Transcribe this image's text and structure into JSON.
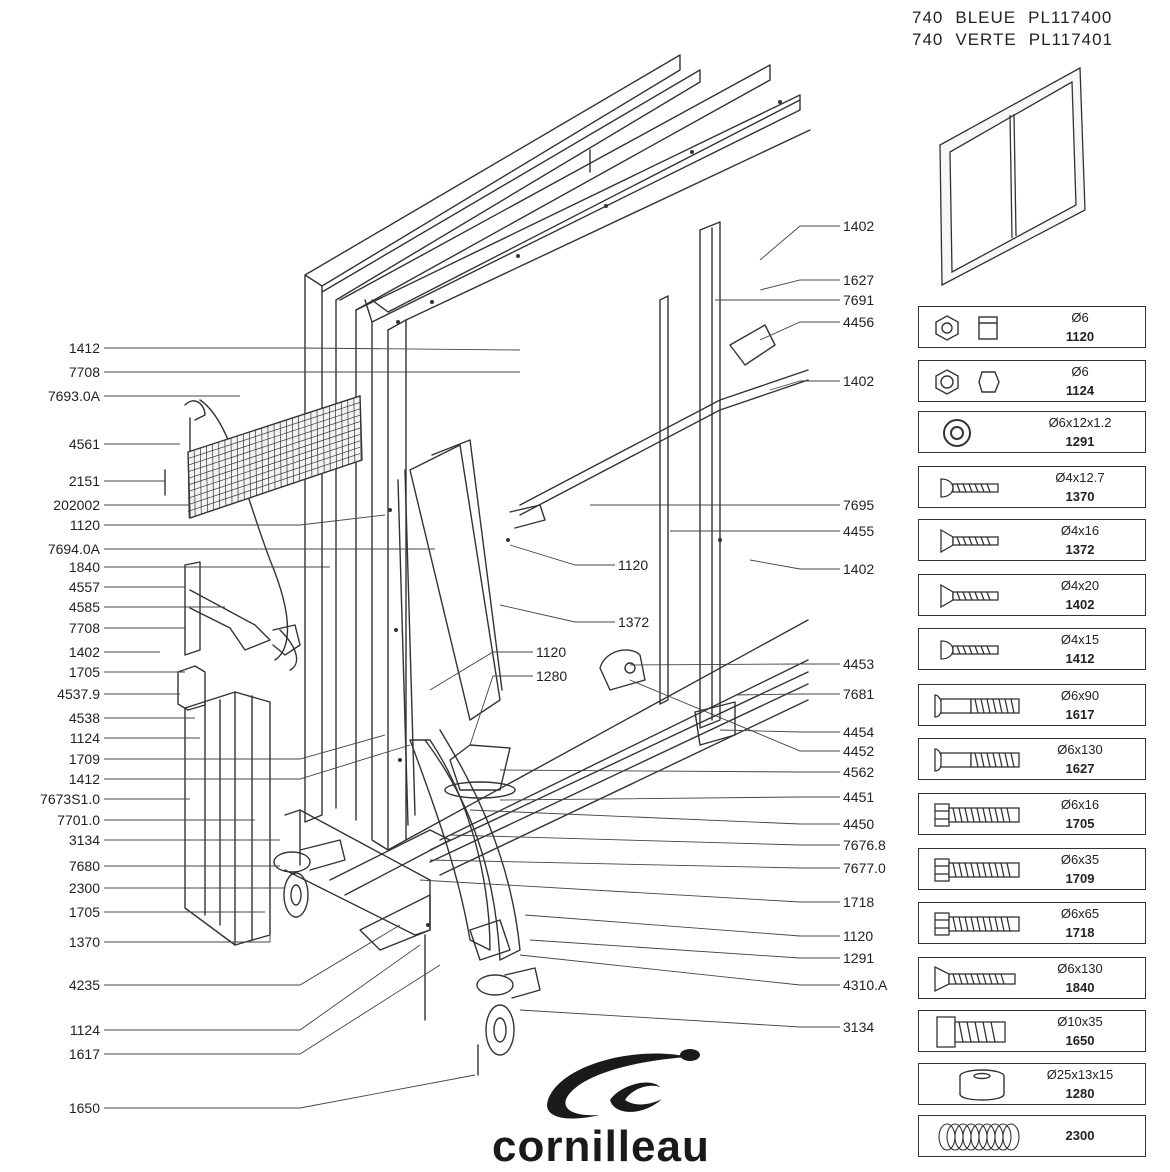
{
  "header": {
    "lines": [
      {
        "model": "740",
        "color": "BLEUE",
        "ref": "PL117400"
      },
      {
        "model": "740",
        "color": "VERTE",
        "ref": "PL117401"
      }
    ]
  },
  "left_labels": [
    "1412",
    "7708",
    "7693.0A",
    "4561",
    "2151",
    "202002",
    "1120",
    "7694.0A",
    "1840",
    "4557",
    "4585",
    "7708",
    "1402",
    "1705",
    "4537.9",
    "4538",
    "1124",
    "1709",
    "1412",
    "7673S1.0",
    "7701.0",
    "3134",
    "7680",
    "2300",
    "1705",
    "1370",
    "4235",
    "1124",
    "1617",
    "1650"
  ],
  "right_labels": [
    "1402",
    "1627",
    "7691",
    "4456",
    "1402",
    "7695",
    "4455",
    "1120",
    "1402",
    "1372",
    "1120",
    "1280",
    "4453",
    "7681",
    "4454",
    "4452",
    "4562",
    "4451",
    "4450",
    "7676.8",
    "7677.0",
    "1718",
    "1120",
    "1291",
    "4310.A",
    "3134"
  ],
  "hardware": [
    {
      "dim": "Ø6",
      "code": "1120",
      "icon": "lock-nut-icon"
    },
    {
      "dim": "Ø6",
      "code": "1124",
      "icon": "hex-nut-icon"
    },
    {
      "dim": "Ø6x12x1.2",
      "code": "1291",
      "icon": "washer-icon"
    },
    {
      "dim": "Ø4x12.7",
      "code": "1370",
      "icon": "pan-screw-icon"
    },
    {
      "dim": "Ø4x16",
      "code": "1372",
      "icon": "countersunk-screw-icon"
    },
    {
      "dim": "Ø4x20",
      "code": "1402",
      "icon": "countersunk-screw-icon"
    },
    {
      "dim": "Ø4x15",
      "code": "1412",
      "icon": "pan-screw-icon"
    },
    {
      "dim": "Ø6x90",
      "code": "1617",
      "icon": "carriage-bolt-icon"
    },
    {
      "dim": "Ø6x130",
      "code": "1627",
      "icon": "carriage-bolt-icon"
    },
    {
      "dim": "Ø6x16",
      "code": "1705",
      "icon": "hex-bolt-icon"
    },
    {
      "dim": "Ø6x35",
      "code": "1709",
      "icon": "hex-bolt-icon"
    },
    {
      "dim": "Ø6x65",
      "code": "1718",
      "icon": "hex-bolt-icon"
    },
    {
      "dim": "Ø6x130",
      "code": "1840",
      "icon": "countersunk-bolt-icon"
    },
    {
      "dim": "Ø10x35",
      "code": "1650",
      "icon": "flange-bolt-icon"
    },
    {
      "dim": "Ø25x13x15",
      "code": "1280",
      "icon": "spacer-icon"
    },
    {
      "dim": "",
      "code": "2300",
      "icon": "spring-washers-icon"
    }
  ],
  "logo": {
    "text": "cornilleau"
  }
}
